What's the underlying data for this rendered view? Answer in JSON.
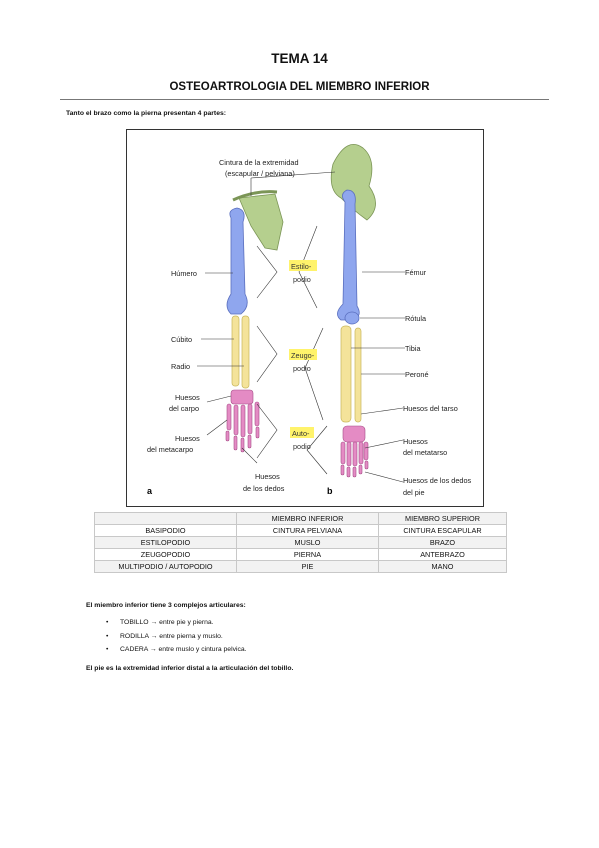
{
  "header": {
    "title": "TEMA 14",
    "subtitle": "OSTEOARTROLOGIA DEL MIEMBRO INFERIOR"
  },
  "intro": "Tanto el brazo como la pierna presentan 4 partes:",
  "figure": {
    "labels": {
      "cintura_1": "Cintura de la extremidad",
      "cintura_2": "(escapular / pelviana)",
      "humero": "Húmero",
      "cubito": "Cúbito",
      "radio": "Radio",
      "carpo_1": "Huesos",
      "carpo_2": "del carpo",
      "metacarpo_1": "Huesos",
      "metacarpo_2": "del metacarpo",
      "dedos_1": "Huesos",
      "dedos_2": "de los dedos",
      "femur": "Fémur",
      "rotula": "Rótula",
      "tibia": "Tibia",
      "perone": "Peroné",
      "tarso": "Huesos del tarso",
      "metatarso_1": "Huesos",
      "metatarso_2": "del metatarso",
      "dedos_pie_1": "Huesos de los dedos",
      "dedos_pie_2": "del pie",
      "estilo_1": "Estilo-",
      "estilo_2": "podio",
      "zeugo_1": "Zeugo-",
      "zeugo_2": "podio",
      "auto_1": "Auto-",
      "auto_2": "podio",
      "panel_a": "a",
      "panel_b": "b"
    },
    "colors": {
      "girdle": "#b5cf8e",
      "stylopod": "#8fa6ee",
      "zeugopod": "#f4e39a",
      "autopod": "#e48bc4",
      "highlight": "#fff36b"
    }
  },
  "table": {
    "header": [
      "",
      "MIEMBRO INFERIOR",
      "MIEMBRO SUPERIOR"
    ],
    "rows": [
      [
        "BASIPODIO",
        "CINTURA PELVIANA",
        "CINTURA ESCAPULAR"
      ],
      [
        "ESTILOPODIO",
        "MUSLO",
        "BRAZO"
      ],
      [
        "ZEUGOPODIO",
        "PIERNA",
        "ANTEBRAZO"
      ],
      [
        "MULTIPODIO / AUTOPODIO",
        "PIE",
        "MANO"
      ]
    ]
  },
  "complejos_intro": "El miembro inferior tiene 3 complejos articulares:",
  "complejos": [
    {
      "name": "TOBILLO",
      "desc": "entre pie y pierna."
    },
    {
      "name": "RODILLA",
      "desc": "entre pierna y muslo."
    },
    {
      "name": "CADERA",
      "desc": "entre muslo y cintura pelvica."
    }
  ],
  "arrow": "→",
  "bullet": "•",
  "pie_text": "El pie es la extremidad inferior distal a la articulación del tobillo."
}
